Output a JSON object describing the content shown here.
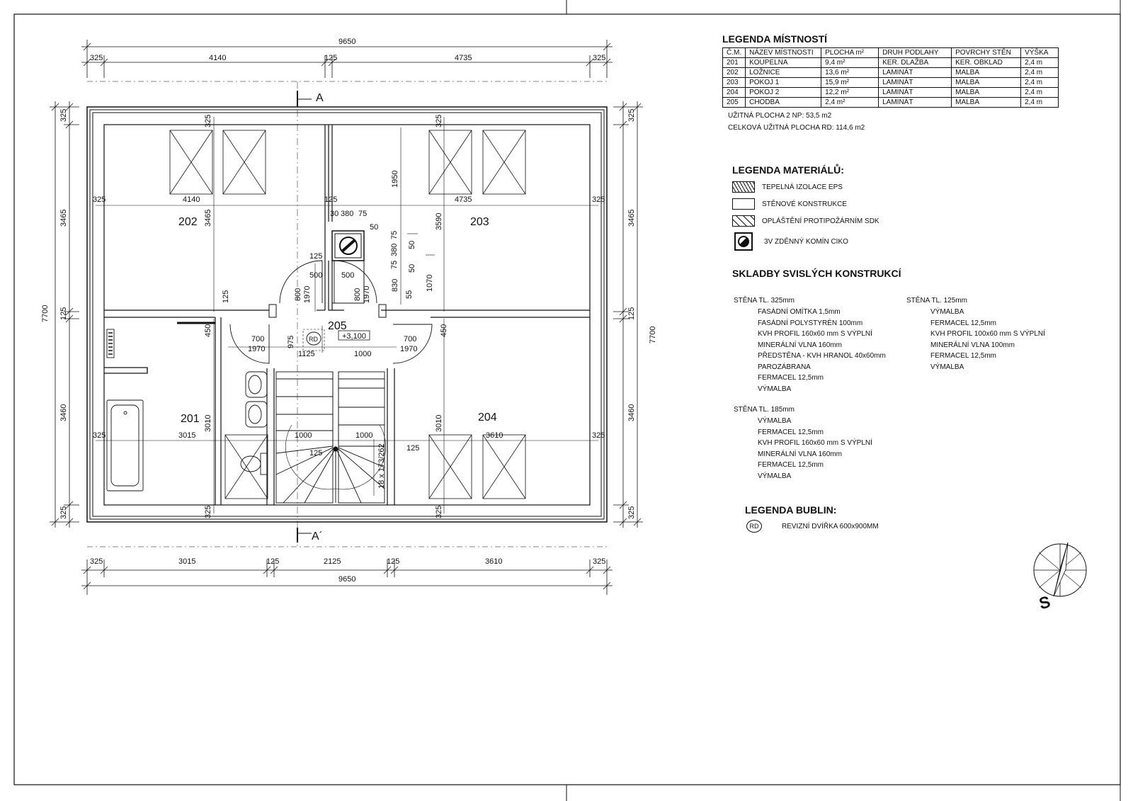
{
  "plan": {
    "rooms": [
      {
        "id": "201"
      },
      {
        "id": "202"
      },
      {
        "id": "203"
      },
      {
        "id": "204"
      },
      {
        "id": "205"
      }
    ],
    "level_mark": "+3,100",
    "bubble_rd": "RD",
    "section_a": "A",
    "section_a2": "A´",
    "stair_note": "18 x 173/262",
    "dims": {
      "top_total": "9650",
      "top_325a": "325",
      "top_4140": "4140",
      "top_125": "125",
      "top_4735": "4735",
      "top_325b": "325",
      "bot_total": "9650",
      "bot_325a": "325",
      "bot_3015": "3015",
      "bot_125a": "125",
      "bot_2125": "2125",
      "bot_125b": "125",
      "bot_3610": "3610",
      "bot_325b": "325",
      "left_total": "7700",
      "left_325a": "325",
      "left_3465": "3465",
      "left_125": "125",
      "left_3460": "3460",
      "left_325b": "325",
      "right_total": "7700",
      "right_325a": "325",
      "right_3465": "3465",
      "right_125": "125",
      "right_3460": "3460",
      "right_325b": "325",
      "in_4140": "4140",
      "in_4735": "4735",
      "in_3465": "3465",
      "in_1950": "1950",
      "in_3590": "3590",
      "in_325_l": "325",
      "in_125_c": "125",
      "in_325_r": "325",
      "in_325_t1": "325",
      "in_325_t2": "325",
      "in_30": "30",
      "in_380": "380",
      "in_75": "75",
      "in_50a": "50",
      "in_50b": "50",
      "in_50c": "50",
      "in_75b": "75",
      "in_380b": "380",
      "in_75c": "75",
      "in_125a": "125",
      "in_500a": "500",
      "in_500b": "500",
      "in_800a": "800",
      "in_1970a": "1970",
      "in_800b": "800",
      "in_1970b": "1970",
      "in_830": "830",
      "in_55": "55",
      "in_1070": "1070",
      "in_125b": "125",
      "in_450a": "450",
      "in_450b": "450",
      "in_700a": "700",
      "in_1970c": "1970",
      "in_975": "975",
      "in_1125": "1125",
      "in_1000a": "1000",
      "in_700b": "700",
      "in_1970d": "1970",
      "in_3015": "3015",
      "in_3010a": "3010",
      "in_3010b": "3010",
      "in_3610": "3610",
      "in_1000b": "1000",
      "in_1000c": "1000",
      "in_125c": "125",
      "in_125d": "125",
      "in_325_l2": "325",
      "in_325_r2": "325",
      "in_325_b1": "325",
      "in_325_b2": "325"
    }
  },
  "legend_rooms": {
    "title": "LEGENDA MÍSTNOSTÍ",
    "columns": [
      "Č.M.",
      "NÁZEV MÍSTNOSTI",
      "PLOCHA m²",
      "DRUH PODLAHY",
      "POVRCHY STĚN",
      "VÝŠKA"
    ],
    "rows": [
      [
        "201",
        "KOUPELNA",
        "9,4 m²",
        "KER. DLAŽBA",
        "KER. OBKLAD",
        "2,4 m"
      ],
      [
        "202",
        "LOŽNICE",
        "13,6 m²",
        "LAMINÁT",
        "MALBA",
        "2,4 m"
      ],
      [
        "203",
        "POKOJ 1",
        "15,9 m²",
        "LAMINÁT",
        "MALBA",
        "2,4 m"
      ],
      [
        "204",
        "POKOJ 2",
        "12,2 m²",
        "LAMINÁT",
        "MALBA",
        "2,4 m"
      ],
      [
        "205",
        "CHODBA",
        "2,4 m²",
        "LAMINÁT",
        "MALBA",
        "2,4 m"
      ]
    ],
    "note1": "UŽITNÁ PLOCHA 2 NP: 53,5 m2",
    "note2": "CELKOVÁ UŽITNÁ PLOCHA RD: 114,6 m2"
  },
  "legend_materials": {
    "title": "LEGENDA MATERIÁLŮ:",
    "items": [
      "TEPELNÁ IZOLACE EPS",
      "STĚNOVÉ KONSTRUKCE",
      "OPLÁŠTĚNÍ PROTIPOŽÁRNÍM SDK",
      "3V ZDĚNNÝ KOMÍN CIKO"
    ]
  },
  "compositions": {
    "title": "SKLADBY SVISLÝCH KONSTRUKCÍ",
    "wall325": {
      "head": "STĚNA TL. 325mm",
      "layers": [
        "FASÁDNÍ OMÍTKA 1,5mm",
        "FASÁDNÍ POLYSTYRÉN 100mm",
        "KVH PROFIL 160x60 mm S VÝPLNÍ",
        "MINERÁLNÍ VLNA 160mm",
        "PŘEDSTĚNA - KVH HRANOL 40x60mm",
        "PAROZÁBRANA",
        "FERMACEL 12,5mm",
        "VÝMALBA"
      ]
    },
    "wall125": {
      "head": "STĚNA TL. 125mm",
      "layers": [
        "VÝMALBA",
        "FERMACEL 12,5mm",
        "KVH PROFIL 100x60 mm S VÝPLNÍ",
        "MINERÁLNÍ VLNA 100mm",
        "FERMACEL 12,5mm",
        "VÝMALBA"
      ]
    },
    "wall185": {
      "head": "STĚNA TL. 185mm",
      "layers": [
        "VÝMALBA",
        "FERMACEL 12,5mm",
        "KVH PROFIL 160x60 mm S VÝPLNÍ",
        "MINERÁLNÍ VLNA 160mm",
        "FERMACEL 12,5mm",
        "VÝMALBA"
      ]
    }
  },
  "legend_bubbles": {
    "title": "LEGENDA BUBLIN:",
    "symbol": "RD",
    "text": "REVIZNÍ DVÍŘKA 600x900MM"
  },
  "north": {
    "label": "S"
  }
}
